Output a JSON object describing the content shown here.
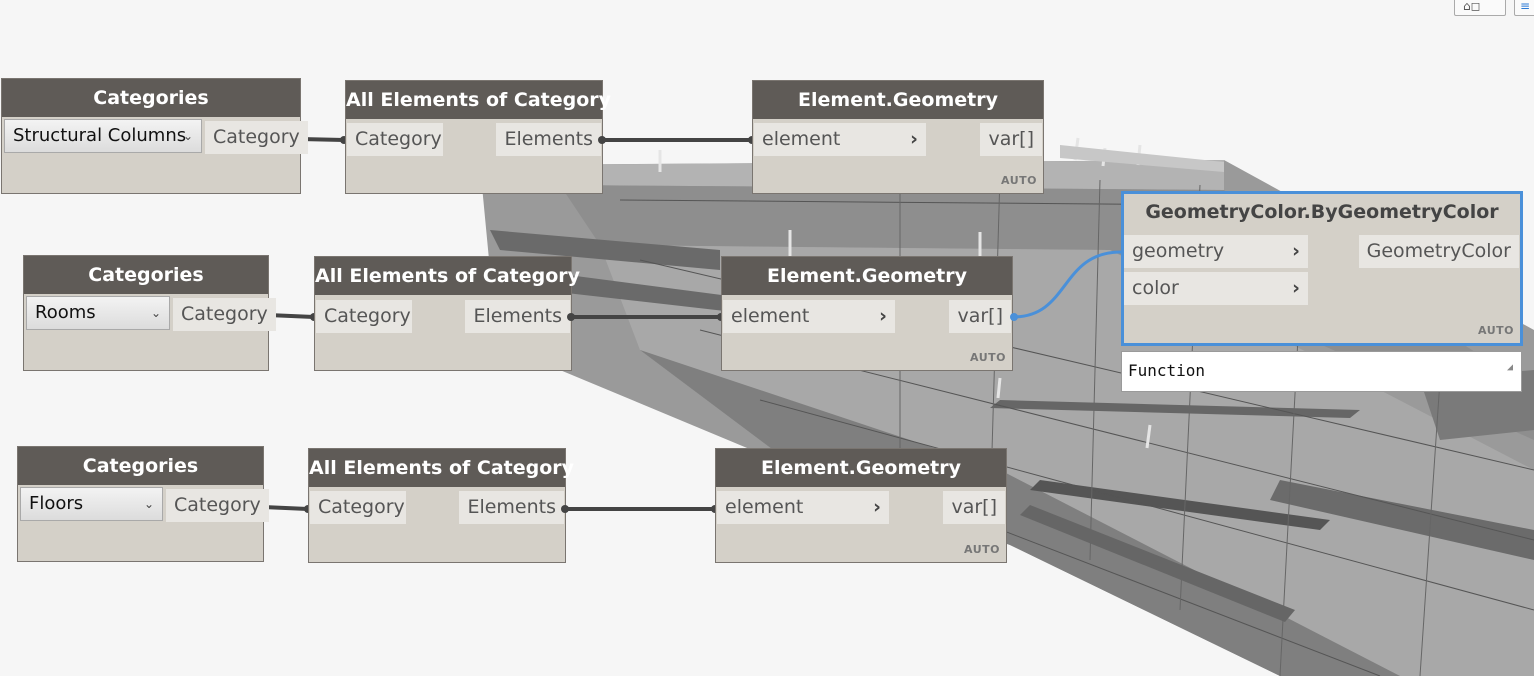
{
  "row1": {
    "categories": {
      "title": "Categories",
      "selected": "Structural Columns",
      "output": "Category"
    },
    "all_elements": {
      "title": "All Elements of Category",
      "input": "Category",
      "output": "Elements"
    },
    "geometry": {
      "title": "Element.Geometry",
      "input": "element",
      "output": "var[]",
      "lacing": "AUTO"
    }
  },
  "row2": {
    "categories": {
      "title": "Categories",
      "selected": "Rooms",
      "output": "Category"
    },
    "all_elements": {
      "title": "All Elements of Category",
      "input": "Category",
      "output": "Elements"
    },
    "geometry": {
      "title": "Element.Geometry",
      "input": "element",
      "output": "var[]",
      "lacing": "AUTO"
    }
  },
  "row3": {
    "categories": {
      "title": "Categories",
      "selected": "Floors",
      "output": "Category"
    },
    "all_elements": {
      "title": "All Elements of Category",
      "input": "Category",
      "output": "Elements"
    },
    "geometry": {
      "title": "Element.Geometry",
      "input": "element",
      "output": "var[]",
      "lacing": "AUTO"
    }
  },
  "color_node": {
    "title": "GeometryColor.ByGeometryColor",
    "input_geometry": "geometry",
    "input_color": "color",
    "output": "GeometryColor",
    "lacing": "AUTO",
    "preview": "Function"
  },
  "icons": {
    "chevron": "chevron-right-icon",
    "dropdown": "chevron-down-icon",
    "toolbar": [
      "background-preview-icon",
      "layout-icon"
    ]
  },
  "colors": {
    "node_header": "#5f5b57",
    "node_body": "#d4d0c8",
    "selection": "#4a90d9",
    "wire": "#444444",
    "selected_wire": "#4a90d9"
  }
}
